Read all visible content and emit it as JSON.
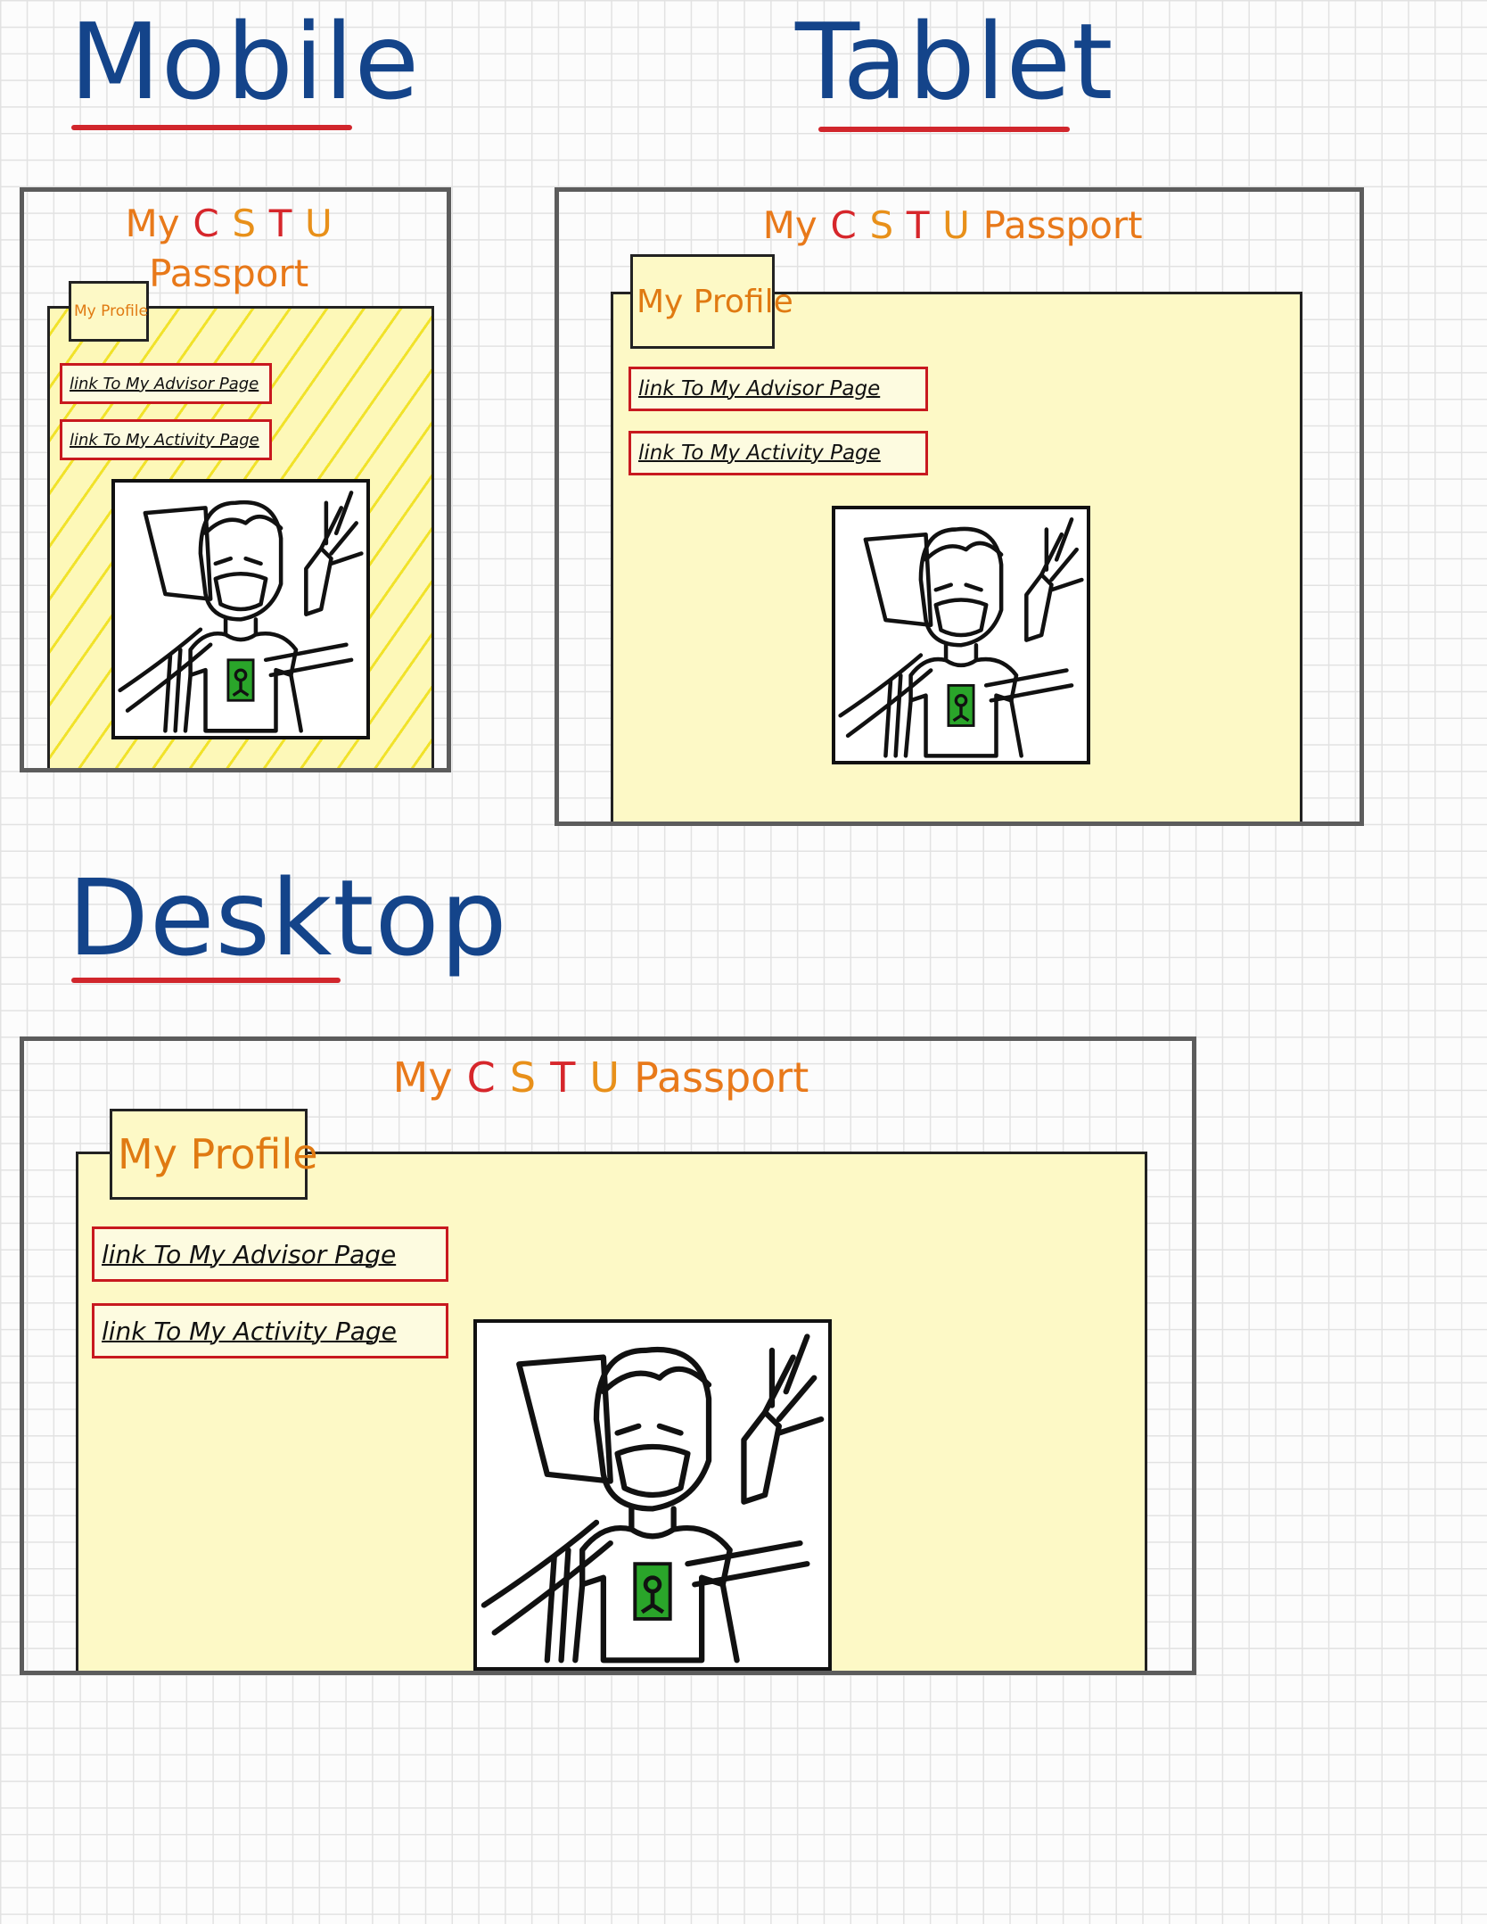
{
  "headings": {
    "mobile": "Mobile",
    "tablet": "Tablet",
    "desktop": "Desktop"
  },
  "page_title_parts": [
    "My",
    "C",
    "S",
    "T",
    "U",
    "Passport"
  ],
  "title_colors": [
    "#e8791a",
    "#d6262b",
    "#e8901a",
    "#d6262b",
    "#e8901a",
    "#e8791a"
  ],
  "profile_tab": "My Profile",
  "links": {
    "advisor": "link To My Advisor Page",
    "activity": "link To My Activity Page"
  },
  "colors": {
    "heading_ink": "#14448a",
    "underline": "#d1262c",
    "frame": "#5c5c5c",
    "link_border": "#c8191f",
    "profile_text": "#e07a12",
    "panel_fill": "#fdf9c6",
    "shirt_badge": "#2aa52a"
  },
  "icons": [
    "profile-photo-sketch"
  ]
}
